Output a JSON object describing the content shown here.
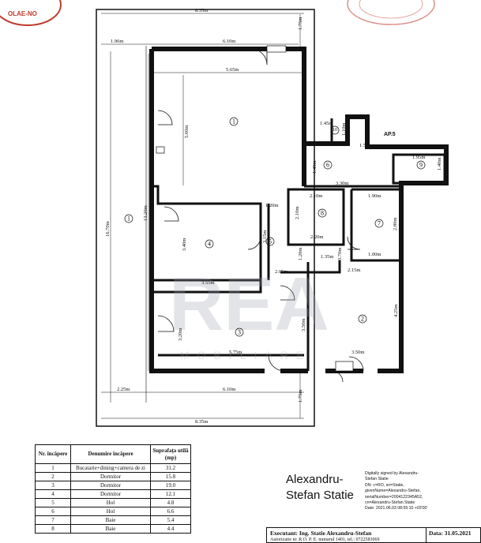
{
  "plan": {
    "dims": {
      "top_width": "8.35m",
      "bottom_width": "8.35m",
      "terrace_top_left": "1.96m",
      "living_top_width": "6.10m",
      "top_right_offset": "1.75m",
      "living_inner_width": "5.65m",
      "living_height": "5.60m",
      "total_height": "16.70m",
      "left_height": "13.20m",
      "hall_top": "1.45m",
      "hall_v1": "1.10m",
      "hall_h1": "1.55m",
      "ap_label": "AP.5",
      "hall6_w": "1.40m",
      "r9_w": "1.95m",
      "r9_h": "1.40m",
      "hall6_long": "3.30m",
      "r8_w": "2.10m",
      "r7_w": "1.90m",
      "r8_h": "2.10m",
      "r8_bottom": "2.20m",
      "r7_h": "2.80m",
      "r4_top": "1.20m",
      "r4_h": "3.40m",
      "r5_h": "3.15m",
      "r7_bottom": "1.00m",
      "r5_small": "1.20m",
      "r5_h2": "1.35m",
      "r5_v": "0.70m",
      "r4_w": "3.55m",
      "hall_w": "2.05m",
      "r2_w": "2.15m",
      "r2_h": "4.25m",
      "r3_h": "3.20m",
      "r3_w": "5.75m",
      "r3_side": "3.50m",
      "r2_bottom": "3.50m",
      "terrace_bottom_left": "2.25m",
      "bottom_inner": "6.10m",
      "bottom_right_offset": "1.75m"
    },
    "room_numbers": [
      "1",
      "2",
      "3",
      "4",
      "5",
      "6",
      "7",
      "8",
      "9",
      "10"
    ],
    "terrace_number": "1"
  },
  "watermark": {
    "big": "REA",
    "small": "MOBILIARE"
  },
  "table": {
    "headers": {
      "nr": "Nr. încăpere",
      "name": "Denumire încăpere",
      "area": "Suprafața utilă (mp)"
    },
    "rows": [
      {
        "nr": "1",
        "name": "Bucatarie+dining+camera de zi",
        "area": "31.2"
      },
      {
        "nr": "2",
        "name": "Dormitor",
        "area": "15.8"
      },
      {
        "nr": "3",
        "name": "Dormitor",
        "area": "19.0"
      },
      {
        "nr": "4",
        "name": "Dormitor",
        "area": "12.1"
      },
      {
        "nr": "5",
        "name": "Hol",
        "area": "4.8"
      },
      {
        "nr": "6",
        "name": "Hol",
        "area": "6.6"
      },
      {
        "nr": "7",
        "name": "Baie",
        "area": "5.4"
      },
      {
        "nr": "8",
        "name": "Baie",
        "area": "4.4"
      }
    ]
  },
  "signature": {
    "name_line1": "Alexandru-",
    "name_line2": "Stefan Statie",
    "block": [
      "Digitally signed by Alexandru-",
      "Stefan Statie",
      "DN: c=RO, sn=Statie,",
      "givenName=Alexandru-Stefan,",
      "serialNumber=2004122345A52,",
      "cn=Alexandru-Stefan Statie",
      "Date: 2021.06.03 08:55:10 +03'00'"
    ]
  },
  "footer": {
    "executant": "Executant: Ing. Statie Alexandru-Stefan",
    "sub": "Autorizatie nr. R.O. P. E. numarul 1401, tel.: 0722583069",
    "date": "Data: 31.05.2021"
  },
  "stamp": {
    "left_text": "OLAE-NO"
  }
}
